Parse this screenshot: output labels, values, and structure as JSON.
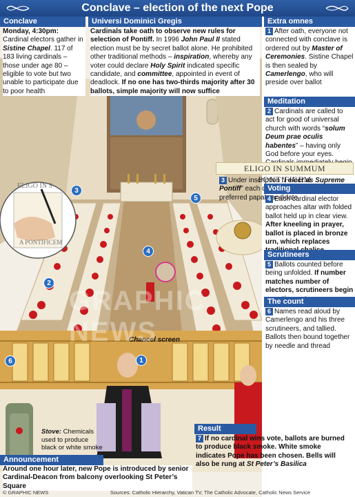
{
  "title": "Conclave – election of the next Pope",
  "conclave": {
    "header": "Conclave",
    "lines": [
      {
        "bold": "Monday, 4:30pm:",
        "text": " Cardinal electors gather in "
      },
      {
        "bold": "Sistine Chapel",
        "text": ". 117 of 183 living cardinals – those under age 80 – eligible to vote but two unable to participate due to poor health"
      }
    ]
  },
  "universi": {
    "header": "Universi Dominici Gregis",
    "bold_lead": "Cardinals take oath to observe new rules for selection of Pontiff.",
    "p1": " In 1996 ",
    "p1_bold": "John Paul II",
    "p2": " stated election must be by secret ballot alone. He prohibited other traditional methods – ",
    "p2_bold": "inspiration",
    "p3": ", whereby any voter could declare ",
    "p3_bold": "Holy Spirit",
    "p4": " indicated specific candidate, and ",
    "p4_bold": "committee",
    "p5": ", appointed in event of deadlock. ",
    "p5_bold": "If no one has two-thirds majority after 30 ballots, simple majority will now suffice"
  },
  "steps": {
    "extra": {
      "header": "Extra omnes",
      "num": "1",
      "text": "After oath, everyone not connected with conclave is ordered out by ",
      "bold1": "Master of Ceremonies",
      "text2": ". Sistine Chapel is then sealed by ",
      "bold2": "Camerlengo",
      "text3": ", who will preside over ballot"
    },
    "meditation": {
      "header": "Meditation",
      "num": "2",
      "text": "Cardinals are called to act for good of universal church with words “",
      "bold": "solum Deum prae oculis habentes",
      "text2": "” – having only God before your eyes. Cardinals immediately begin election process"
    },
    "eligo": {
      "banner": "ELIGO IN SUMMUM PONTIFICEM",
      "num": "3",
      "text": "Under inscription “",
      "bold": "I elect as Supreme Pontiff",
      "text2": "” each cardinal writes name of his preferred papal candidate"
    },
    "voting": {
      "header": "Voting",
      "num": "4",
      "text": "Each cardinal elector approaches altar with folded ballot held up in clear view. ",
      "bold": "After kneeling in prayer, ballot is placed in bronze urn, which replaces traditional chalice"
    },
    "scrutineers": {
      "header": "Scrutineers",
      "num": "5",
      "text": "Ballots counted before being unfolded. ",
      "bold": "If number matches number of electors, scrutineers begin counting votes"
    },
    "count": {
      "header": "The count",
      "num": "6",
      "text": "Names read aloud by Camerlengo and his three scrutineers, and tallied. Ballots then bound together by needle and thread"
    },
    "result": {
      "header": "Result",
      "num": "7",
      "text": "If no cardinal wins vote, ballots are burned to produce black smoke. White smoke indicates Pope has been chosen. Bells will also be rung at ",
      "italic": "St Peter’s Basilica"
    }
  },
  "stove": {
    "bold": "Stove:",
    "text": " Chemicals used to produce black or white smoke"
  },
  "announcement": {
    "header": "Announcement",
    "text": "Around one hour later, new Pope is introduced by senior Cardinal-Deacon from balcony overlooking St Peter’s Square"
  },
  "chancel_label": "Chancel screen",
  "scene_markers": [
    "3",
    "5",
    "4",
    "2",
    "1",
    "6"
  ],
  "writing_inset": {
    "top_text": "ELIGO IN S",
    "bottom_text": "A PONTIFICEM"
  },
  "watermark": "GRAPHIC NEWS",
  "copyright": "© GRAPHIC NEWS",
  "sources": "Sources: Catholic Hierarchy, Vatican TV, The Catholic Advocate, Catholic News Service",
  "colors": {
    "accent": "#2a5aa2",
    "robe_red": "#c8191e",
    "wood": "#d9a650"
  }
}
